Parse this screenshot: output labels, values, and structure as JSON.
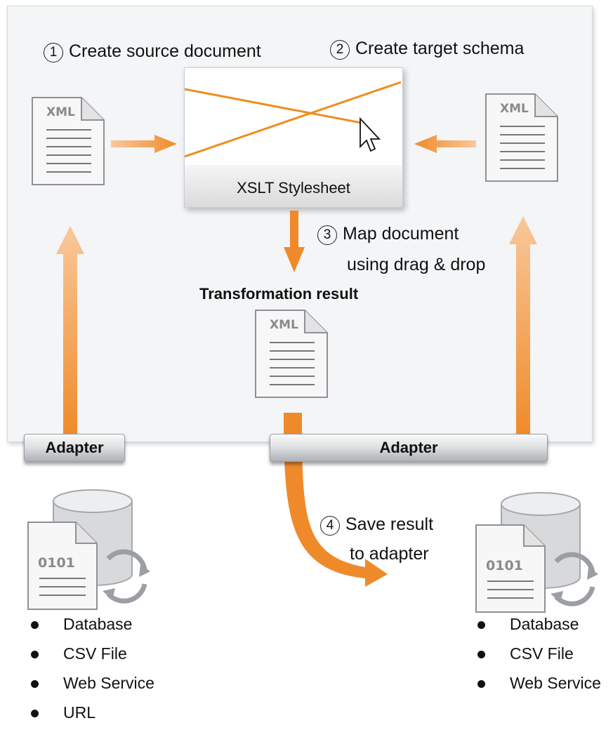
{
  "steps": {
    "s1": {
      "num": "1",
      "label": "Create source document"
    },
    "s2": {
      "num": "2",
      "label": "Create target schema"
    },
    "s3": {
      "num": "3",
      "line1": "Map document",
      "line2": "using drag & drop"
    },
    "s4": {
      "num": "4",
      "line1": "Save result",
      "line2": "to adapter"
    }
  },
  "stylesheet": {
    "label": "XSLT Stylesheet"
  },
  "result": {
    "label": "Transformation result"
  },
  "doc_labels": {
    "xml": "XML",
    "binary": "0101"
  },
  "adapters": {
    "left": "Adapter",
    "right": "Adapter"
  },
  "left_list": [
    "Database",
    "CSV File",
    "Web Service",
    "URL"
  ],
  "right_list": [
    "Database",
    "CSV File",
    "Web Service"
  ],
  "colors": {
    "arrow": "#ef8a2a",
    "mapping_line": "#f08c1e",
    "panel": "#f3f5f7"
  }
}
